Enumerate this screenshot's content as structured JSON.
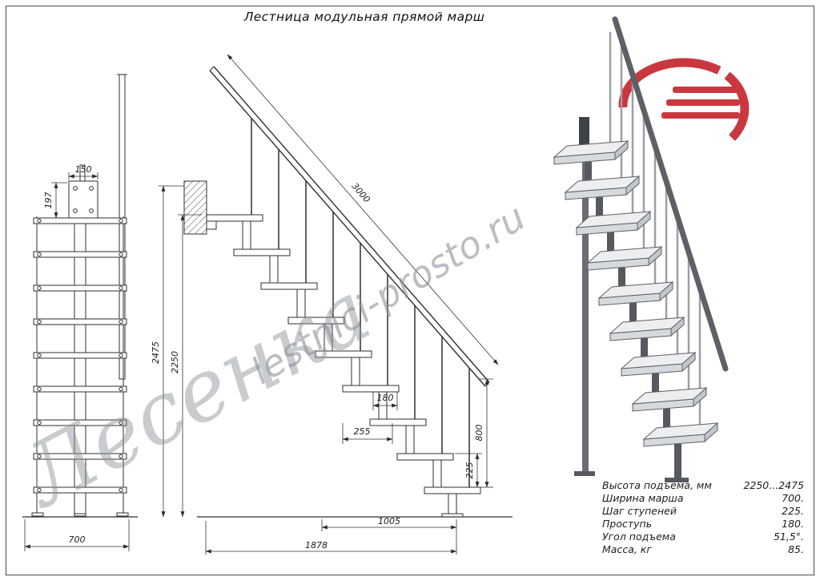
{
  "title": "Лестница модульная прямой марш",
  "watermarks": {
    "brand": "Лесенка",
    "site": "lestnici-prosto.ru"
  },
  "front_view": {
    "dims": {
      "plate_width": "150",
      "plate_height": "197",
      "march_width": "700"
    }
  },
  "side_view": {
    "dims": {
      "rail_length": "3000",
      "height_max": "2475",
      "height_steps": "2250",
      "tread_depth": "180",
      "module_step": "255",
      "rail_height": "800",
      "riser_height": "225",
      "bottom_run": "1005",
      "total_run": "1878"
    }
  },
  "specs": {
    "rows": [
      {
        "label": "Высота подъема, мм",
        "value": "2250...2475"
      },
      {
        "label": "Ширина марша",
        "value": "700."
      },
      {
        "label": "Шаг ступеней",
        "value": "225."
      },
      {
        "label": "Проступь",
        "value": "180."
      },
      {
        "label": "Угол подъема",
        "value": "51,5°."
      },
      {
        "label": "Масса, кг",
        "value": "85."
      }
    ]
  },
  "colors": {
    "line": "#333333",
    "logo_red": "#c4232b",
    "watermark": "#90959b",
    "metal": "#63676c"
  }
}
